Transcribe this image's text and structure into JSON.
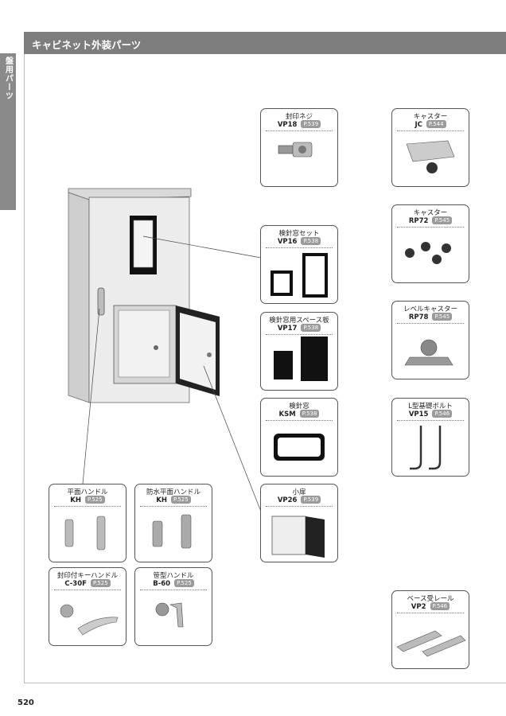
{
  "side_tab": "盤用パーツ",
  "header": {
    "title": "キャビネット外装パーツ"
  },
  "page_number": "520",
  "parts": [
    {
      "title": "封印ネジ",
      "code": "VP18",
      "page": "P.539"
    },
    {
      "title": "キャスター",
      "code": "JC",
      "page": "P.544"
    },
    {
      "title": "キャスター",
      "code": "RP72",
      "page": "P.545"
    },
    {
      "title": "検針窓セット",
      "code": "VP16",
      "page": "P.538"
    },
    {
      "title": "検針窓用スペース板",
      "code": "VP17",
      "page": "P.538"
    },
    {
      "title": "レベルキャスター",
      "code": "RP78",
      "page": "P.545"
    },
    {
      "title": "検針窓",
      "code": "KSM",
      "page": "P.538"
    },
    {
      "title": "L型基礎ボルト",
      "code": "VP15",
      "page": "P.546"
    },
    {
      "title": "小扉",
      "code": "VP26",
      "page": "P.539"
    },
    {
      "title": "平面ハンドル",
      "code": "KH",
      "page": "P.525"
    },
    {
      "title": "防水平面ハンドル",
      "code": "KH",
      "page": "P.525"
    },
    {
      "title": "封印付キーハンドル",
      "code": "C-30F",
      "page": "P.525"
    },
    {
      "title": "笹型ハンドル",
      "code": "B-60",
      "page": "P.525"
    },
    {
      "title": "ベース受レール",
      "code": "VP2",
      "page": "P.546"
    }
  ]
}
